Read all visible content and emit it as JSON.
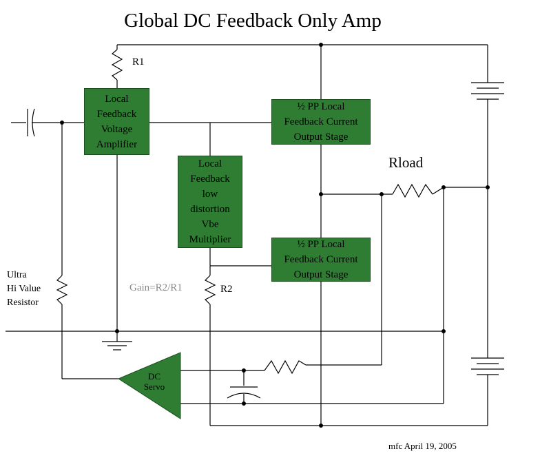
{
  "title": "Global DC Feedback Only Amp",
  "blocks": {
    "voltage_amp": "Local\nFeedback\nVoltage\nAmplifier",
    "vbe_multiplier": "Local\nFeedback\nlow\ndistortion\nVbe\nMultiplier",
    "output_stage_top": "½ PP Local\nFeedback Current\nOutput Stage",
    "output_stage_bottom": "½ PP Local\nFeedback Current\nOutput Stage",
    "dc_servo": "DC\nServo"
  },
  "labels": {
    "r1": "R1",
    "r2": "R2",
    "rload": "Rload",
    "gain": "Gain=R2/R1",
    "ultra_resistor": "Ultra\nHi Value\nResistor",
    "footer": "mfc April 19, 2005"
  },
  "colors": {
    "block_fill": "#2e7d32",
    "gain_text": "#8a8a8a"
  },
  "icons": [
    "resistor-icon",
    "capacitor-icon",
    "battery-icon",
    "ground-icon"
  ]
}
